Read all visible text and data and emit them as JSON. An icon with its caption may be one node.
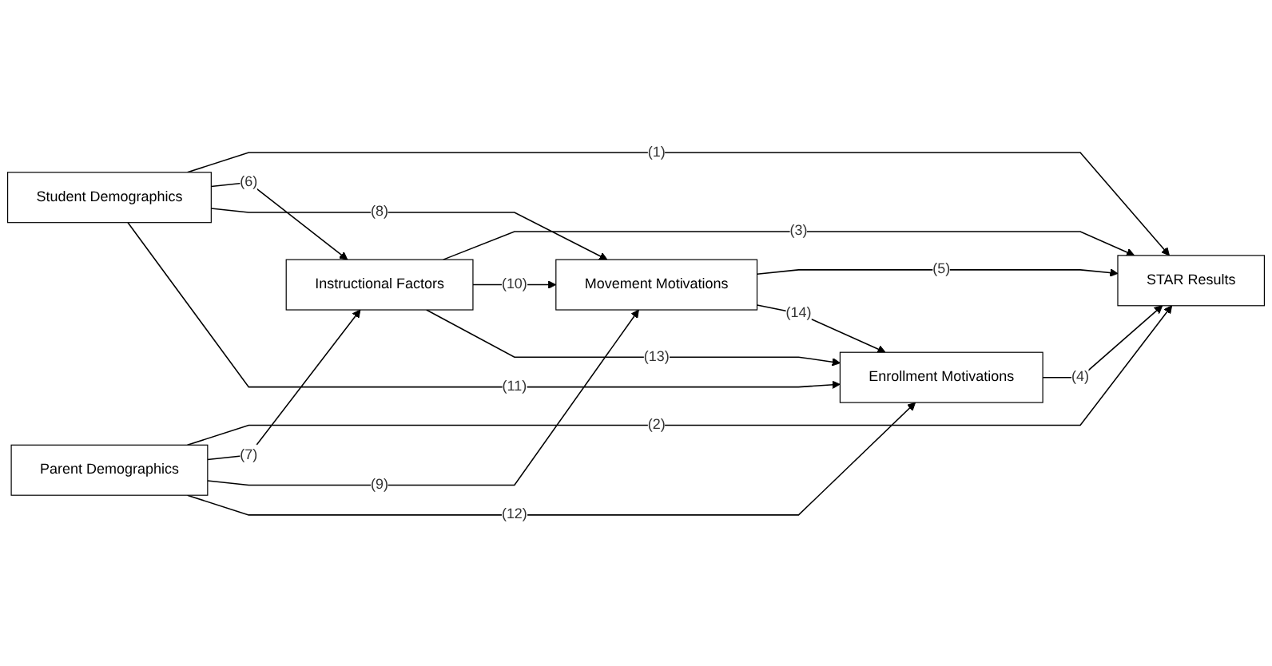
{
  "diagram": {
    "nodes": [
      {
        "text": [
          "Student Demographics"
        ]
      },
      {
        "text": [
          "Enrollment Motivations"
        ]
      },
      {
        "text": [
          "Instructional Factors"
        ]
      },
      {
        "text": [
          "STAR Results"
        ]
      },
      {
        "text": [
          "Parent Demographics"
        ]
      },
      {
        "text": [
          "Movement Motivations"
        ]
      }
    ],
    "edges": [
      {
        "from": 0,
        "to": 3,
        "arrow": "to",
        "label": "(1)"
      },
      {
        "from": 4,
        "to": 3,
        "arrow": "to",
        "label": "(2)"
      },
      {
        "from": 2,
        "to": 3,
        "arrow": "to",
        "label": "(3)"
      },
      {
        "from": 1,
        "to": 3,
        "arrow": "to",
        "label": "(4)"
      },
      {
        "from": 5,
        "to": 3,
        "arrow": "to",
        "label": "(5)"
      },
      {
        "from": 0,
        "to": 2,
        "arrow": "to",
        "label": "(6)"
      },
      {
        "from": 4,
        "to": 2,
        "arrow": "to",
        "label": "(7)"
      },
      {
        "from": 0,
        "to": 5,
        "arrow": "to",
        "label": "(8)"
      },
      {
        "from": 4,
        "to": 5,
        "arrow": "to",
        "label": "(9)"
      },
      {
        "from": 2,
        "to": 5,
        "arrow": "to",
        "label": "(10)"
      },
      {
        "from": 0,
        "to": 1,
        "arrow": "to",
        "label": "(11)"
      },
      {
        "from": 4,
        "to": 1,
        "arrow": "to",
        "label": "(12)"
      },
      {
        "from": 2,
        "to": 1,
        "arrow": "to",
        "label": "(13)"
      },
      {
        "from": 5,
        "to": 1,
        "arrow": "to",
        "label": "(14)"
      }
    ]
  }
}
